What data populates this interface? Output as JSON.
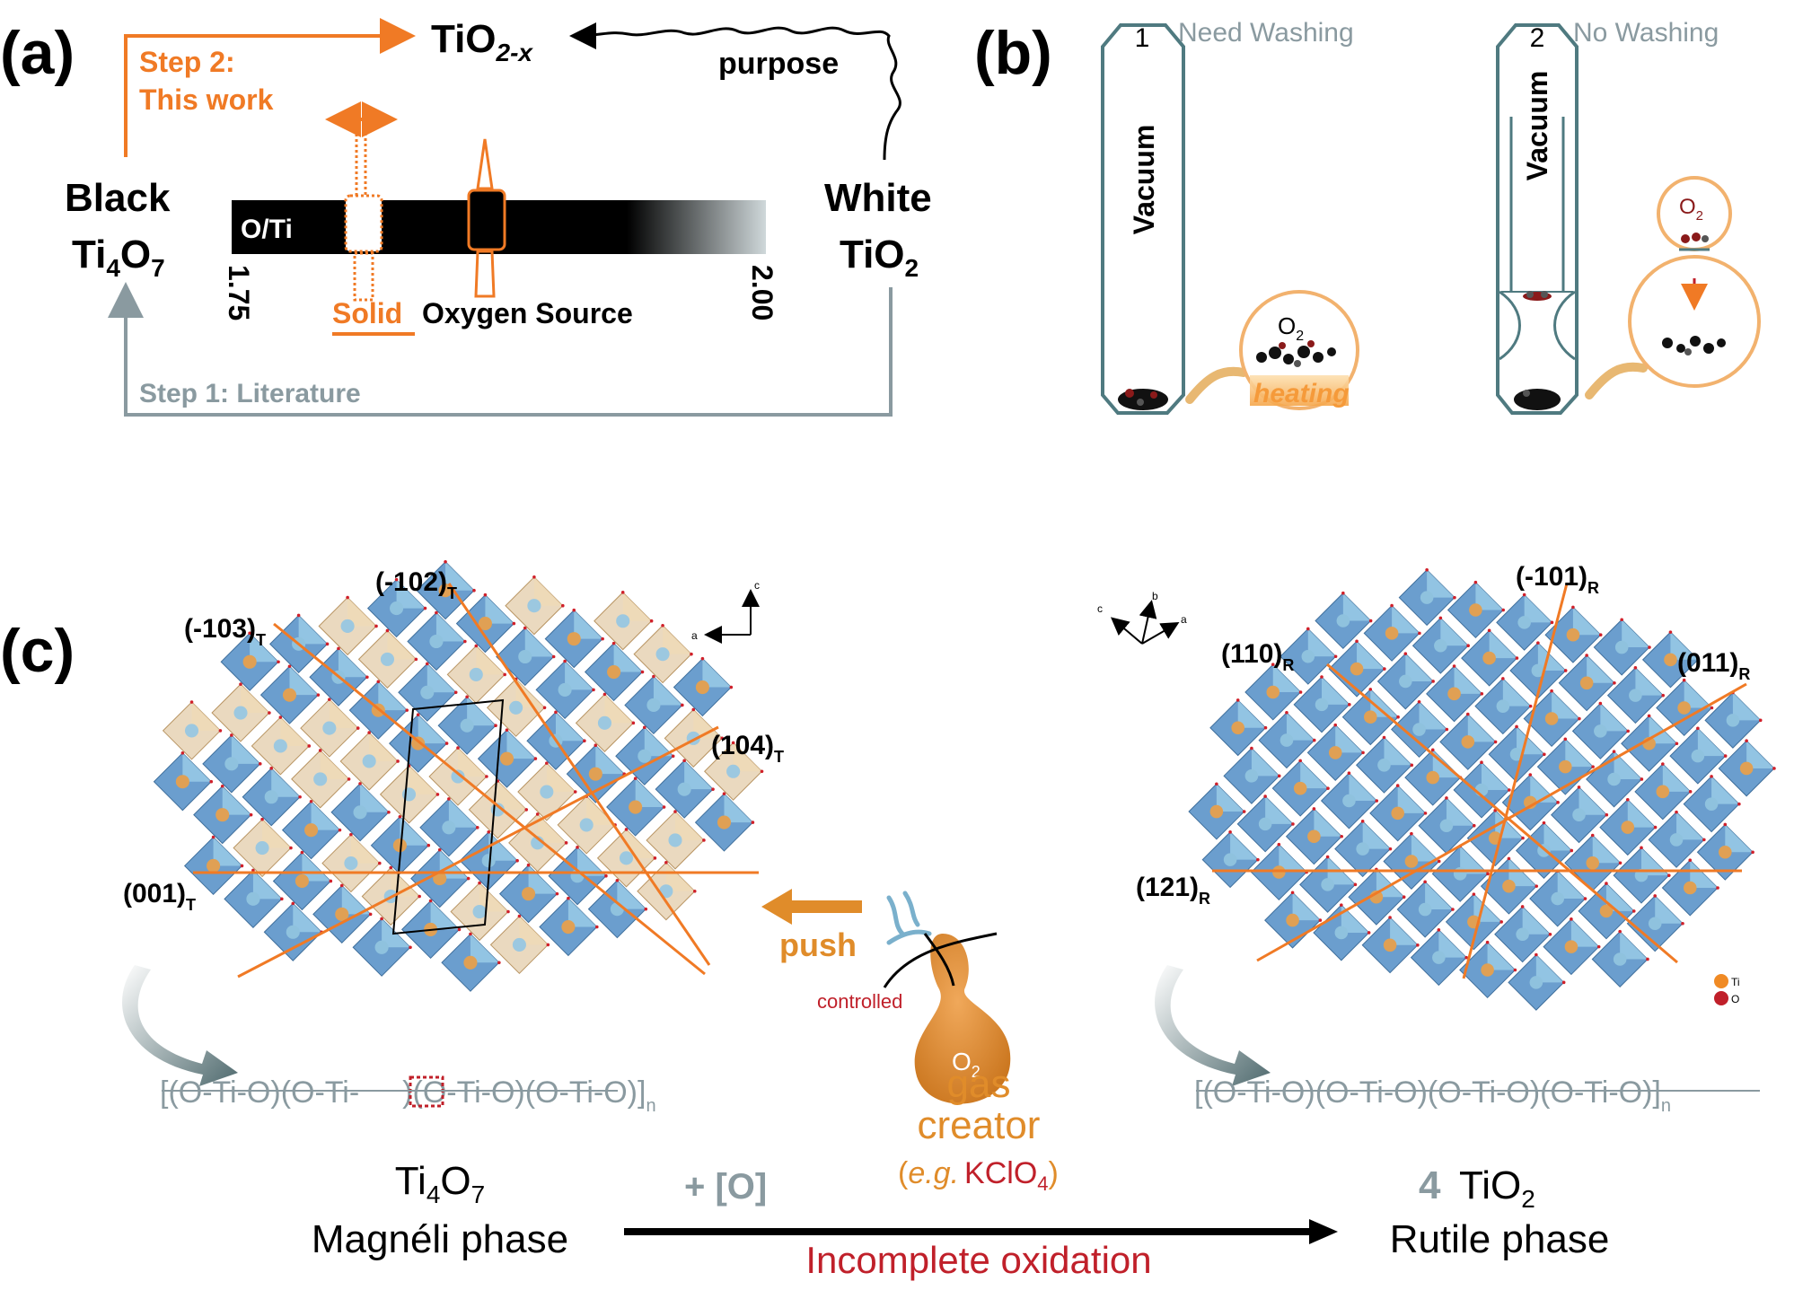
{
  "colors": {
    "orange": "#f07a25",
    "gray": "#8a9aa0",
    "teal": "#4f7a80",
    "darkred": "#c0202a",
    "gold": "#e08c2a",
    "black": "#000000"
  },
  "panel_a": {
    "label": "(a)",
    "step2_line1": "Step 2:",
    "step2_line2": "This work",
    "tio2x_main": "TiO",
    "tio2x_sub": "2-x",
    "purpose": "purpose",
    "black_line1": "Black",
    "black_ti": "Ti",
    "black_sub1": "4",
    "black_o": "O",
    "black_sub2": "7",
    "white_line1": "White",
    "white_tio": "TiO",
    "white_sub": "2",
    "bar_label": "O/Ti",
    "tick_left": "1.75",
    "tick_right": "2.00",
    "solid": "Solid",
    "oxygen_source": "Oxygen Source",
    "step1": "Step 1:  Literature"
  },
  "panel_b": {
    "label": "(b)",
    "tube1_num": "1",
    "tube1_caption": "Need Washing",
    "tube1_label": "Vacuum",
    "tube2_num": "2",
    "tube2_caption": "No Washing",
    "tube2_label": "Vacuum",
    "o2_main": "O",
    "o2_sub": "2",
    "heating": "heating"
  },
  "panel_c": {
    "label": "(c)",
    "planes_T": [
      {
        "main": "(-103)",
        "sub": "T"
      },
      {
        "main": "(-102)",
        "sub": "T"
      },
      {
        "main": "(104)",
        "sub": "T"
      },
      {
        "main": "(001)",
        "sub": "T"
      }
    ],
    "planes_R": [
      {
        "main": "(-101)",
        "sub": "R"
      },
      {
        "main": "(110)",
        "sub": "R"
      },
      {
        "main": "(011)",
        "sub": "R"
      },
      {
        "main": "(121)",
        "sub": "R"
      }
    ],
    "axes_left": [
      "a",
      "c"
    ],
    "axes_right": [
      "c",
      "b",
      "a"
    ],
    "legend_ti": "Ti",
    "legend_o": "O",
    "push": "push",
    "controlled": "controlled",
    "gas_o2": "O",
    "gas_o2_sub": "2",
    "gas_line1": "gas",
    "gas_line2": "creator",
    "gas_eg_open": "(",
    "gas_eg": "e.g.",
    "gas_kclo": "KClO",
    "gas_kclo_sub": "4",
    "gas_close": ")",
    "chain_left_a": "[(O-Ti-O)(O-Ti-",
    "chain_left_b": ")(O-Ti-O)(O-Ti-O)]",
    "chain_right": "[(O-Ti-O)(O-Ti-O)(O-Ti-O)(O-Ti-O)]",
    "chain_sub": "n",
    "left_formula_ti": "Ti",
    "left_formula_sub1": "4",
    "left_formula_o": "O",
    "left_formula_sub2": "7",
    "left_phase": "Magnéli phase",
    "plus_o": "+ [O]",
    "incomplete": "Incomplete oxidation",
    "right_coef": "4",
    "right_formula": "TiO",
    "right_formula_sub": "2",
    "right_phase": "Rutile phase"
  }
}
